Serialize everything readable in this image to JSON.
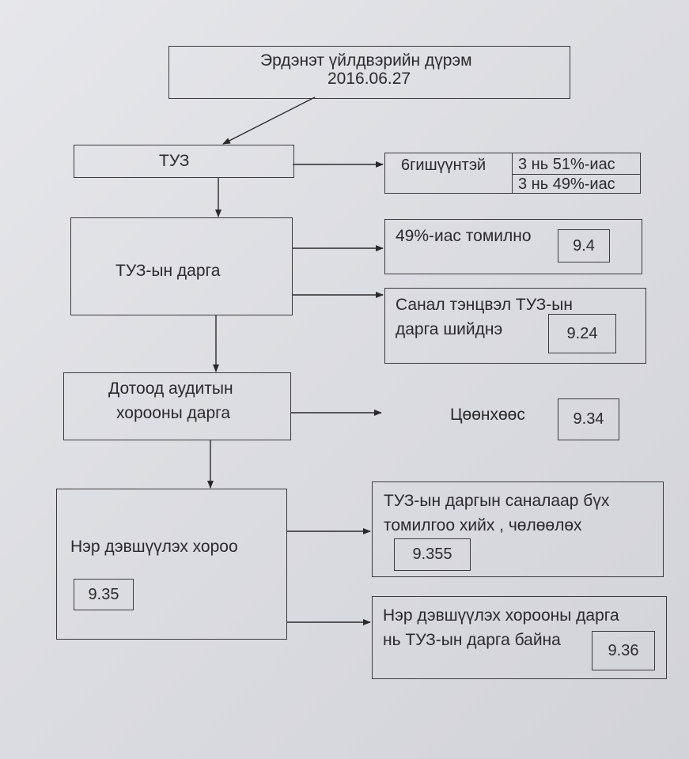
{
  "charter": {
    "title": "Эрдэнэт үйлдвэрийн дүрэм",
    "date": "2016.06.27"
  },
  "board": {
    "label": "ТУЗ",
    "composition": {
      "members": "6гишүүнтэй",
      "share_a": "3 нь 51%-иас",
      "share_b": "3 нь 49%-иас"
    }
  },
  "chairman": {
    "label": "ТУЗ-ын дарга",
    "appointment": {
      "text": "49%-иас томилно",
      "ref": "9.4"
    },
    "tie_vote": {
      "line1": "Санал тэнцвэл ТУЗ-ын",
      "line2": "дарга шийднэ",
      "ref": "9.24"
    }
  },
  "audit": {
    "line1": "Дотоод аудитын",
    "line2": "хорооны дарга",
    "source": {
      "text": "Цөөнхөөс",
      "ref": "9.34"
    }
  },
  "nomination": {
    "label": "Нэр дэвшүүлэх хороо",
    "ref": "9.35",
    "appointments": {
      "line1": "ТУЗ-ын даргын саналаар бүх",
      "line2": "томилгоо хийх , чөлөөлөх",
      "ref": "9.355"
    },
    "chair": {
      "line1": "Нэр дэвшүүлэх хорооны дарга",
      "line2": "нь ТУЗ-ын дарга байна",
      "ref": "9.36"
    }
  }
}
